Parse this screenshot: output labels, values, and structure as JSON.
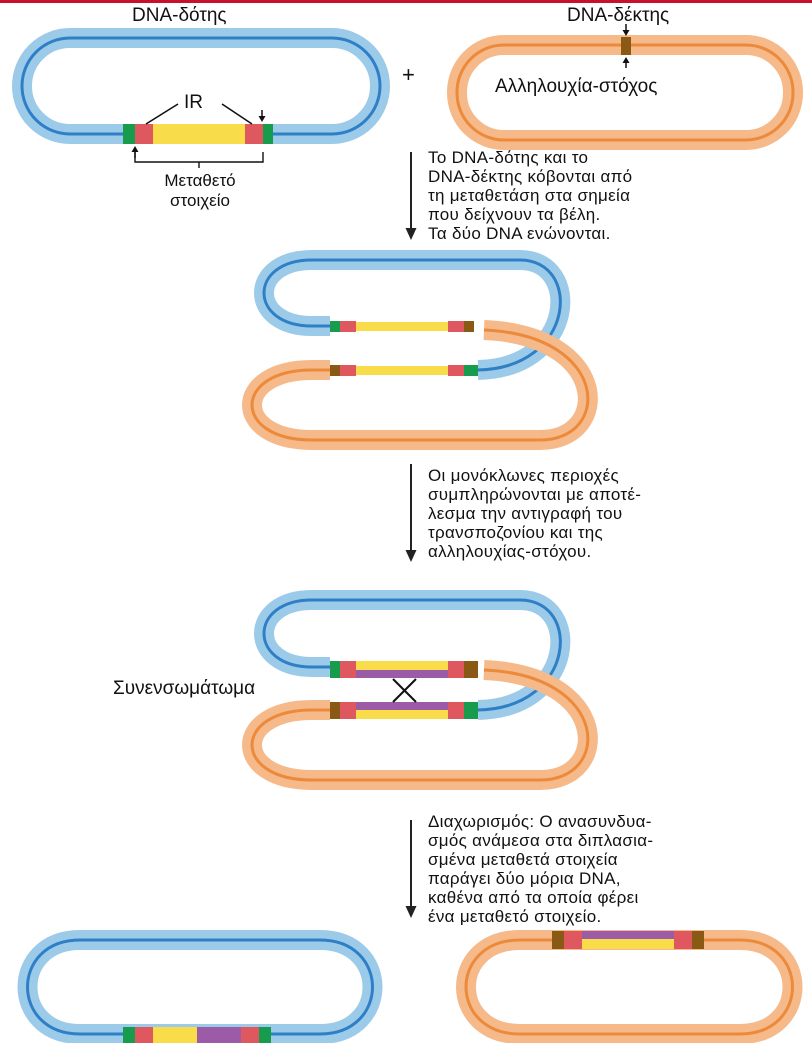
{
  "colors": {
    "donor_outer": "#9ccbea",
    "donor_inner": "#2f7fc6",
    "target_outer": "#f6b989",
    "target_inner": "#ec8a3c",
    "inverted_repeat": "#e0585f",
    "transposon": "#f8dc4a",
    "replicated_transposon": "#9b5ba7",
    "donor_cut_site": "#169c4c",
    "target_site": "#8a5a14",
    "header_line": "#c8102e"
  },
  "labels": {
    "donor_title": "DNA-δότης",
    "target_title": "DNA-δέκτης",
    "plus": "+",
    "target_site": "Αλληλουχία-στόχος",
    "ir": "IR",
    "transposable_element": "Μεταθετό\nστοιχείο",
    "cointegrate": "Συνενσωμάτωμα"
  },
  "steps": [
    "Το DNA-δότης και το\nDNA-δέκτης κόβονται από\nτη μεταθετάση στα σημεία\nπου δείχνουν τα βέλη.\nΤα δύο DNA ενώνονται.",
    "Οι μονόκλωνες περιοχές\nσυμπληρώνονται με αποτέ-\nλεσμα την αντιγραφή του\nτρανσποζονίου και της\nαλληλουχίας-στόχου.",
    "Διαχωρισμός: Ο ανασυνδυα-\nσμός ανάμεσα στα διπλασια-\nσμένα μεταθετά στοιχεία\nπαράγει δύο μόρια DNA,\nκαθένα από τα οποία φέρει\nένα μεταθετό στοιχείο."
  ]
}
